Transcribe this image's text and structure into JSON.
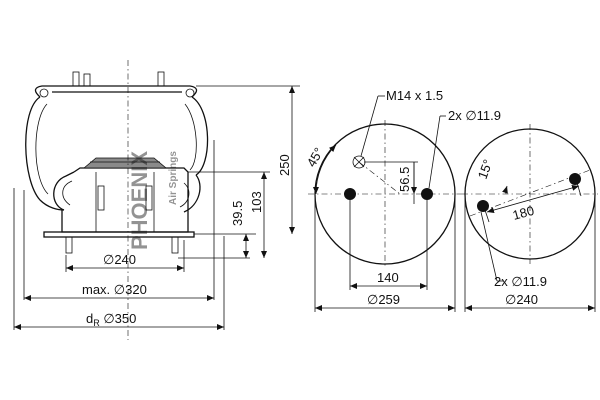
{
  "side_view": {
    "dim_diameter_240": "∅240",
    "dim_max_320": "max. ∅320",
    "dim_dr_prefix": "d",
    "dim_dr_sub": "R",
    "dim_dr_value": " ∅350",
    "dim_height_250": "250",
    "dim_height_103": "103",
    "dim_height_39_5": "39.5"
  },
  "watermark": {
    "brand": "PHOENIX",
    "tagline": "Air Springs"
  },
  "top_plate": {
    "thread_label": "M14 x 1.5",
    "holes_label": "2x ∅11.9",
    "angle_label": "45°",
    "offset_label": "56.5",
    "spacing_label": "140",
    "diameter_label": "∅259"
  },
  "bottom_plate": {
    "angle_label": "15°",
    "spacing_label": "180",
    "holes_label": "2x ∅11.9",
    "diameter_label": "∅240"
  }
}
